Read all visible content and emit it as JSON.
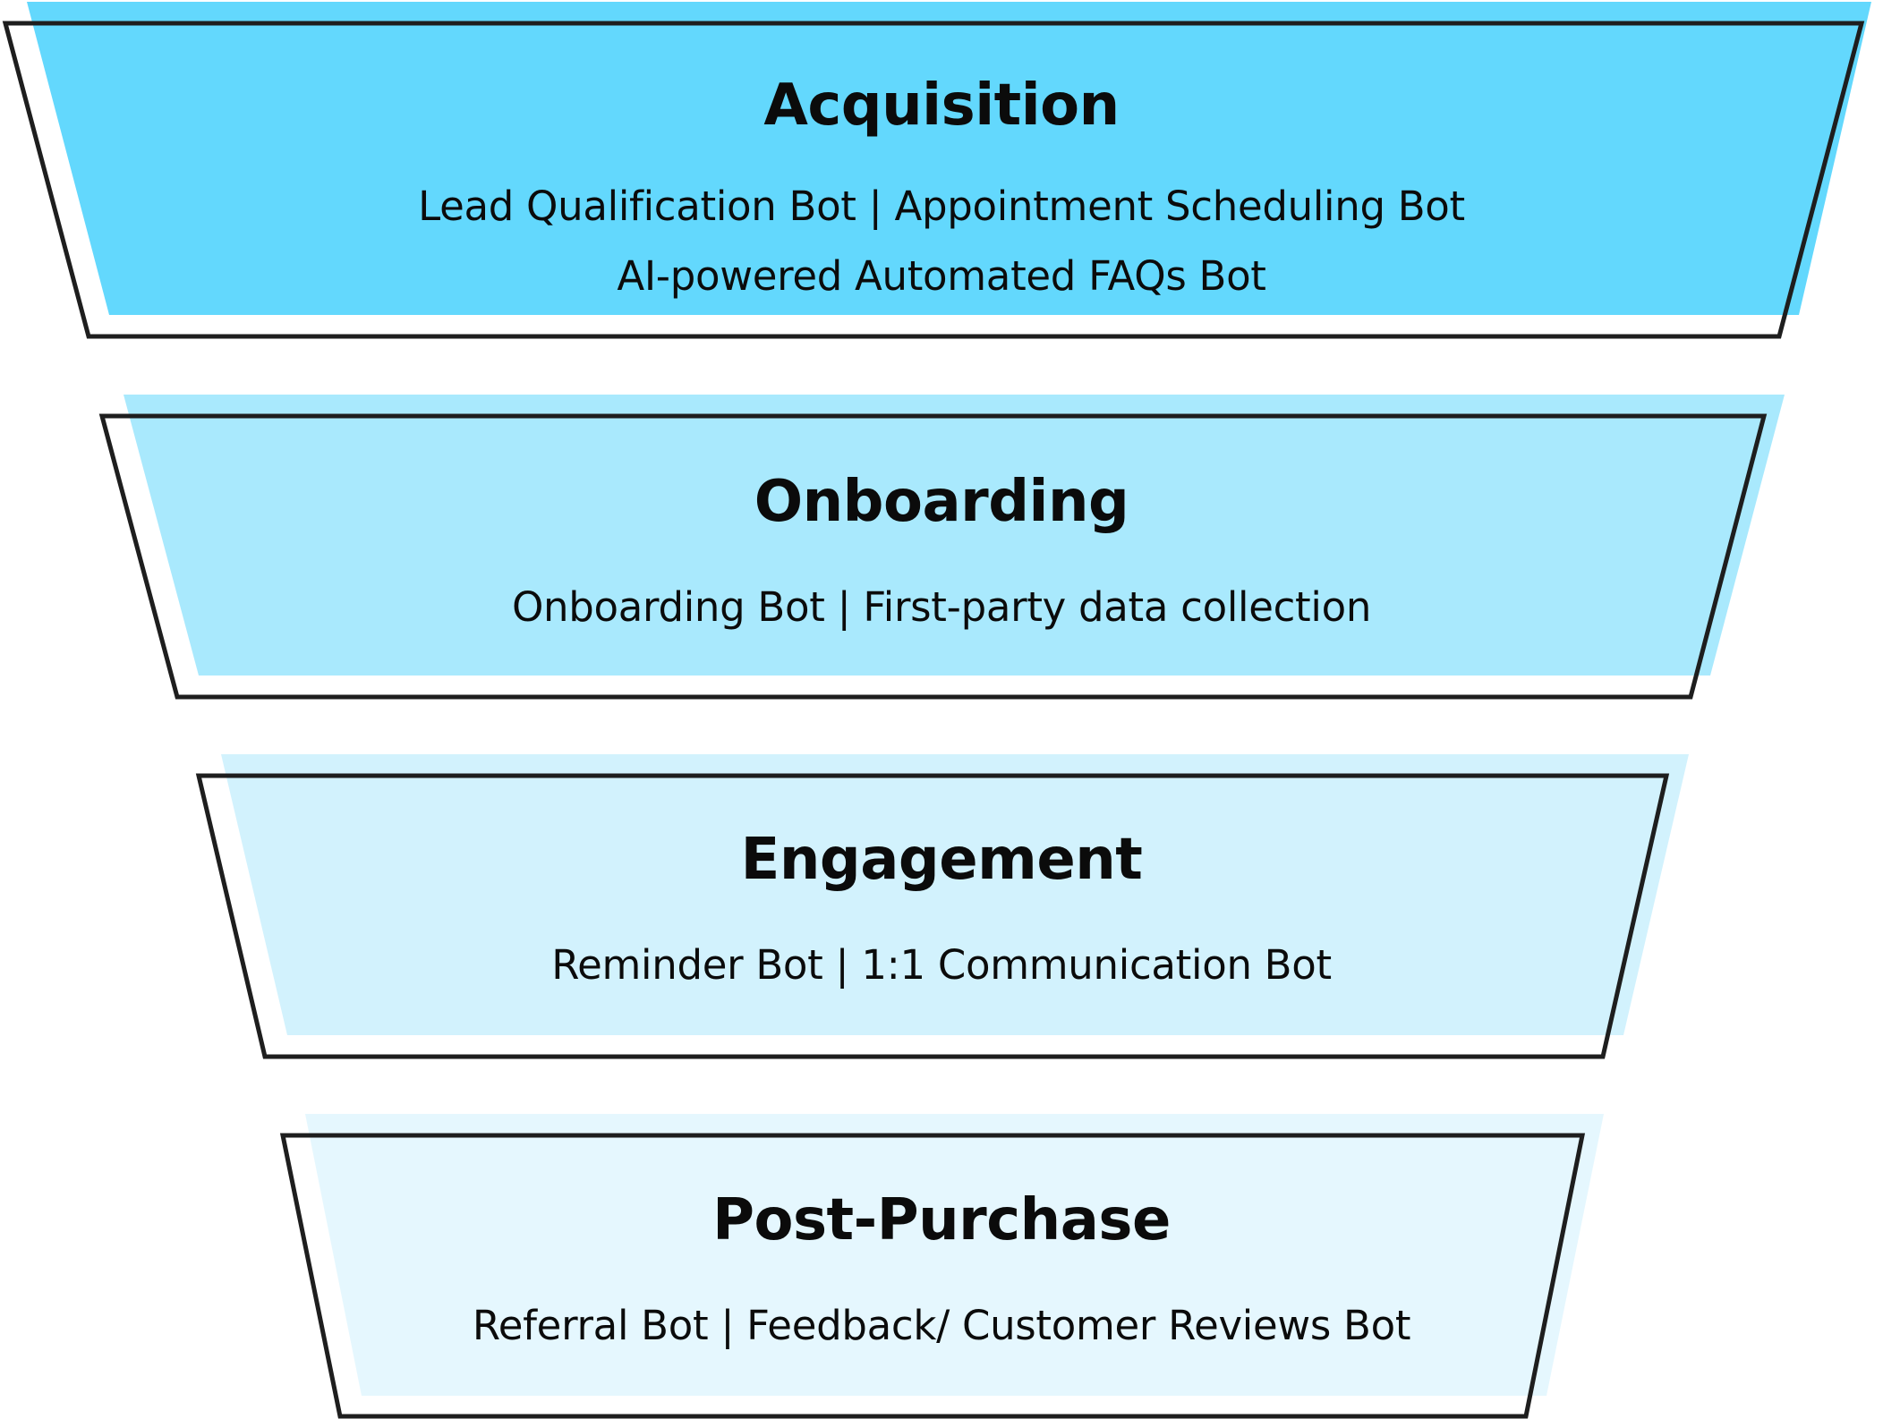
{
  "colors": {
    "stroke": "#1e1e1e",
    "acquisition_fill": "#63d8fd",
    "onboarding_fill": "#a9e9fd",
    "engagement_fill": "#d2f2fd",
    "post_purchase_fill": "#e5f7fe"
  },
  "stages": [
    {
      "title": "Acquisition",
      "lines": [
        "Lead Qualification Bot | Appointment Scheduling Bot",
        "AI-powered Automated FAQs Bot"
      ]
    },
    {
      "title": "Onboarding",
      "lines": [
        "Onboarding Bot | First-party data collection"
      ]
    },
    {
      "title": "Engagement",
      "lines": [
        "Reminder Bot | 1:1 Communication Bot"
      ]
    },
    {
      "title": "Post-Purchase",
      "lines": [
        "Referral Bot | Feedback/ Customer Reviews Bot"
      ]
    }
  ]
}
